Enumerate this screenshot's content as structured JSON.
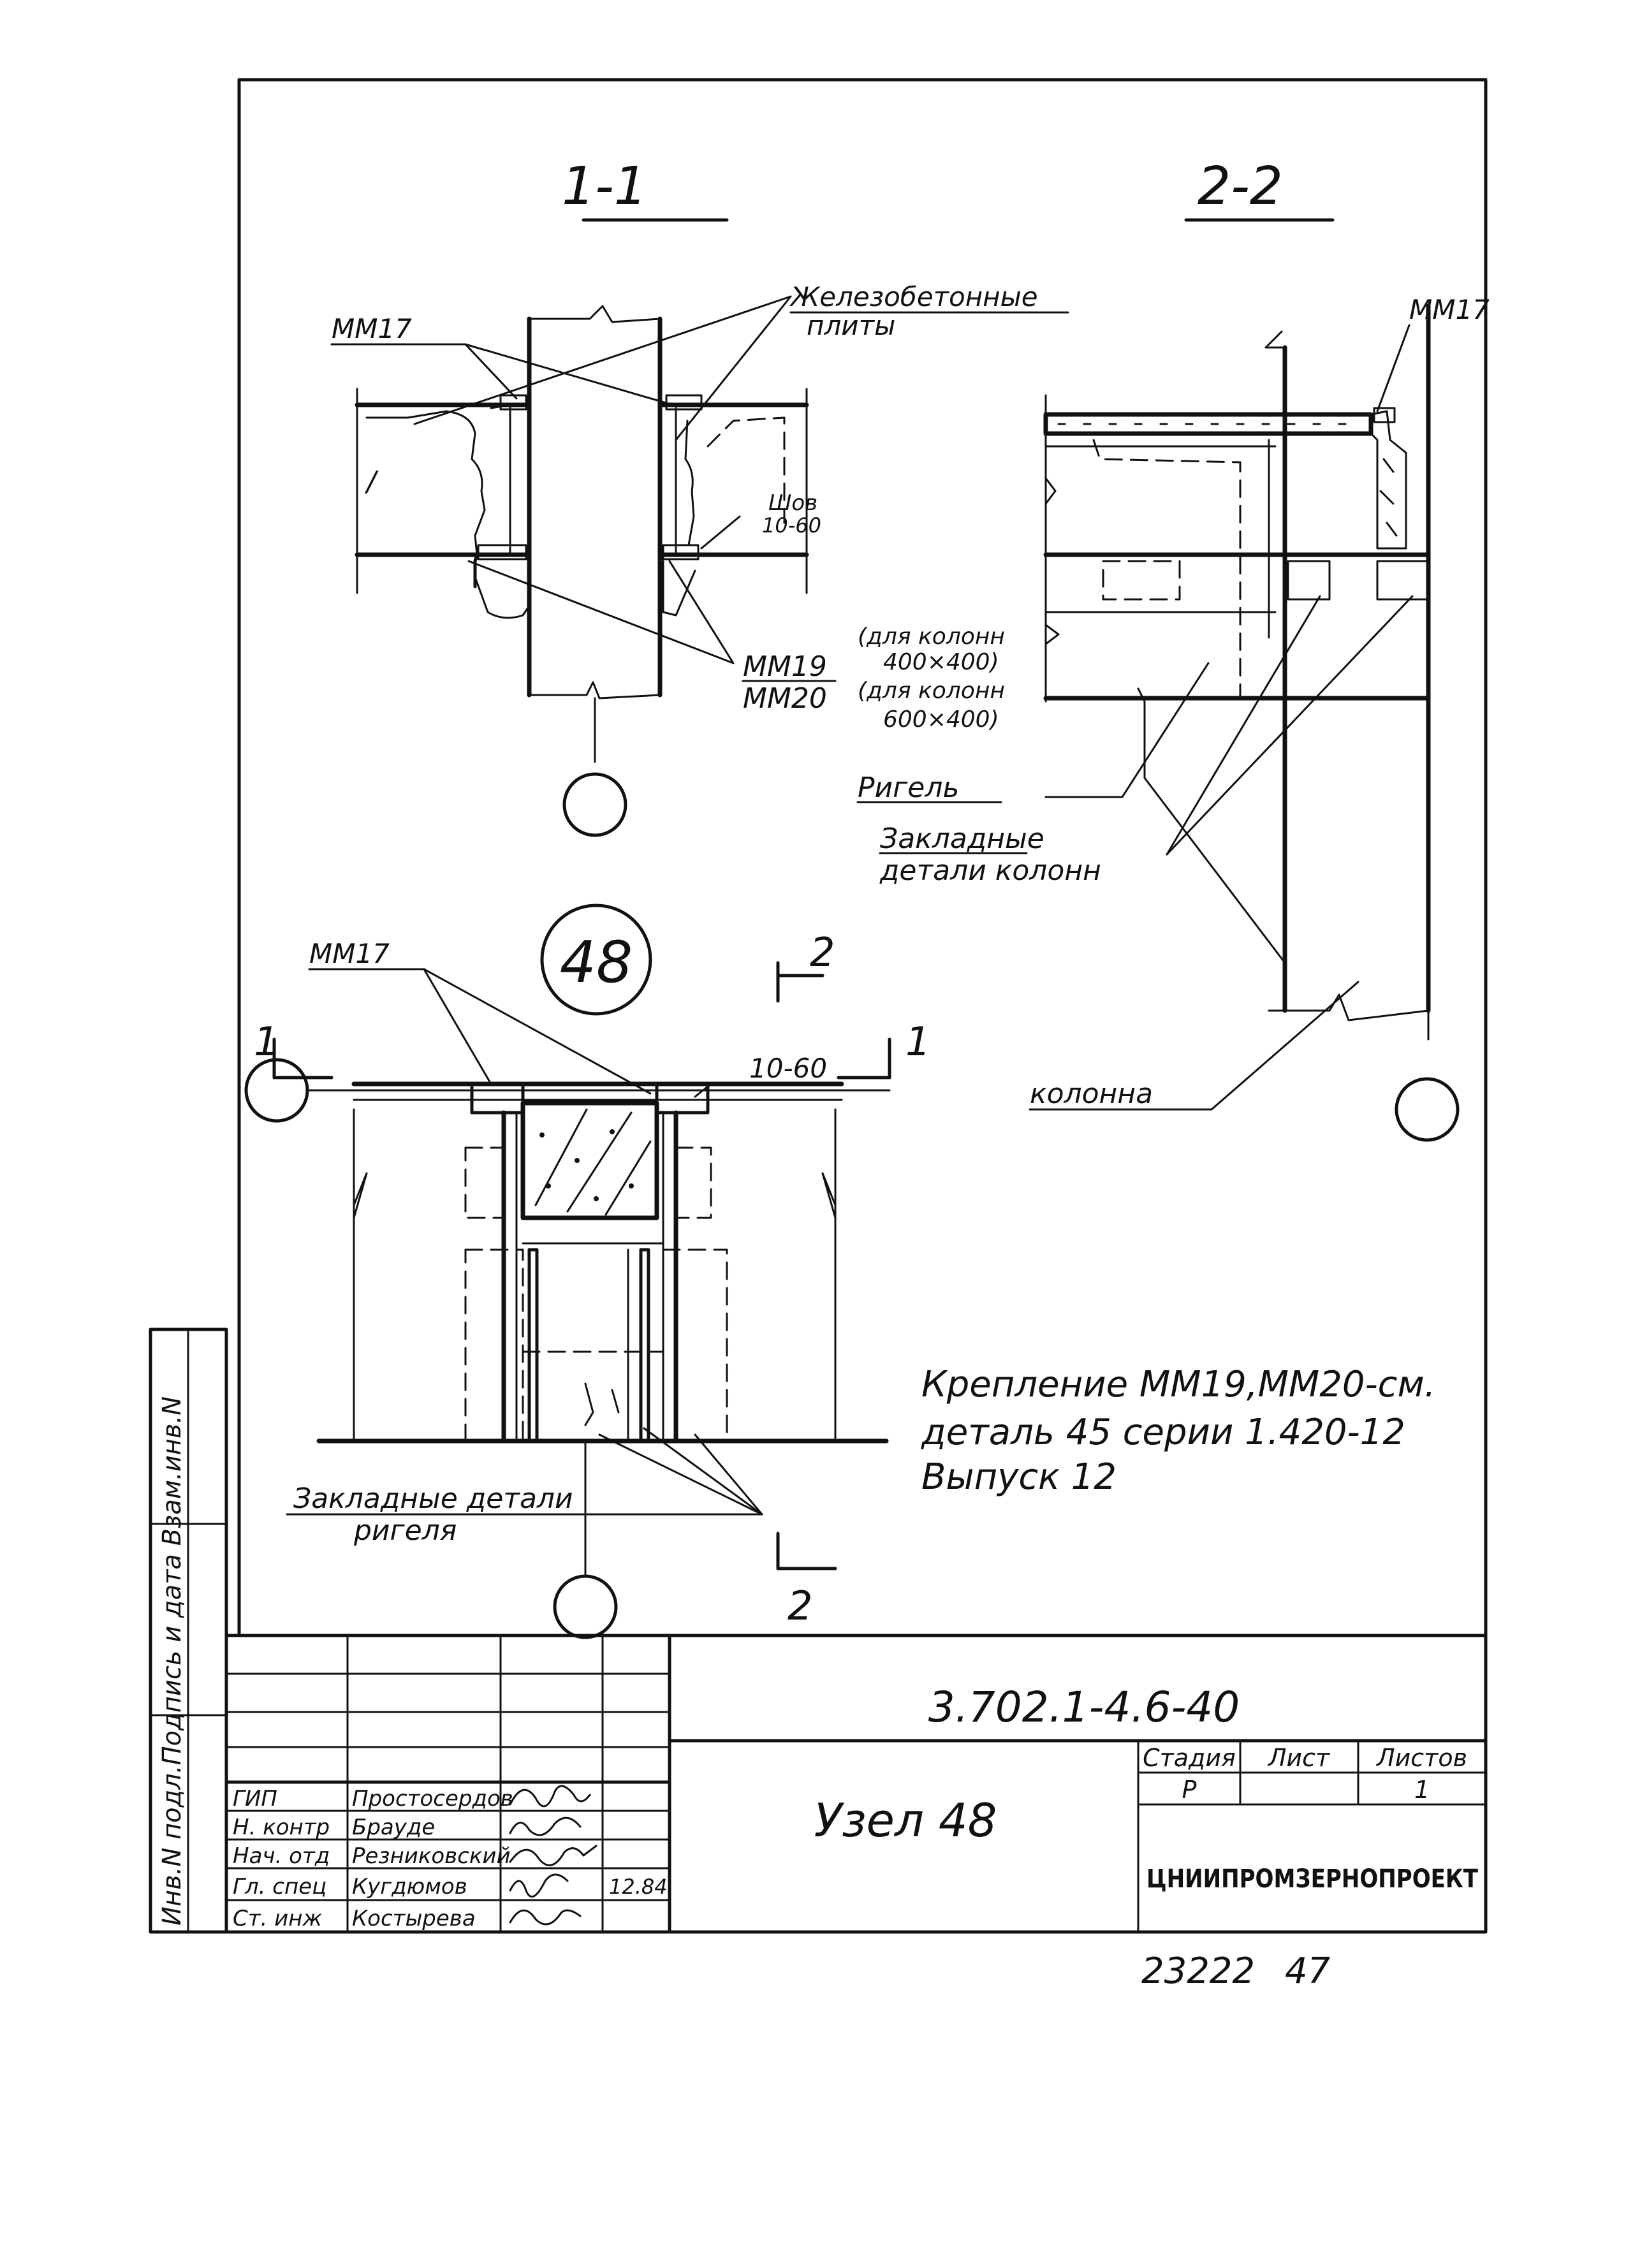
{
  "sections": {
    "s11": "1-1",
    "s22": "2-2"
  },
  "labels": {
    "mm17_a": "MM17",
    "mm17_b": "MM17",
    "mm17_c": "MM17",
    "zhb_line1": "Железобетонные",
    "zhb_line2": "плиты",
    "shov_line1": "Шов",
    "shov_line2": "10-60",
    "mm19": "MM19",
    "mm19_note1": "(для колонн",
    "mm19_note2": "400×400)",
    "mm20": "MM20",
    "mm20_note1": "(для колонн",
    "mm20_note2": "600×400)",
    "rigel": "Ригель",
    "zakl_col_1": "Закладные",
    "zakl_col_2": "детали колонн",
    "kolonna": "колонна",
    "node_number": "48",
    "cut_2_top": "2",
    "cut_2_bottom": "2",
    "cut_1_left": "1",
    "cut_1_right": "1",
    "gap": "10-60",
    "zakl_rig_1": "Закладные детали",
    "zakl_rig_2": "ригеля",
    "note_line1": "Крепление MM19,MM20-см.",
    "note_line2": "деталь 45 серии 1.420-12",
    "note_line3": "Выпуск 12"
  },
  "side_stamp": "Инв.N подл.Подпись и дата Взам.инв.N",
  "title_block": {
    "doc_code": "3.702.1-4.6-40",
    "title": "Узел 48",
    "stage_header": "Стадия",
    "sheet_header": "Лист",
    "sheets_header": "Листов",
    "stage_value": "Р",
    "sheets_value": "1",
    "organization": "ЦНИИПРОМЗЕРНОПРОЕКТ",
    "date": "12.84",
    "roles": [
      {
        "role": "ГИП",
        "name": "Простосердов"
      },
      {
        "role": "Н. контр",
        "name": "Брауде"
      },
      {
        "role": "Нач. отд",
        "name": "Резниковский"
      },
      {
        "role": "Гл. спец",
        "name": "Кугдюмов"
      },
      {
        "role": "Ст. инж",
        "name": "Костырева"
      }
    ]
  },
  "bottom_numbers": {
    "archive": "23222",
    "page": "47"
  }
}
